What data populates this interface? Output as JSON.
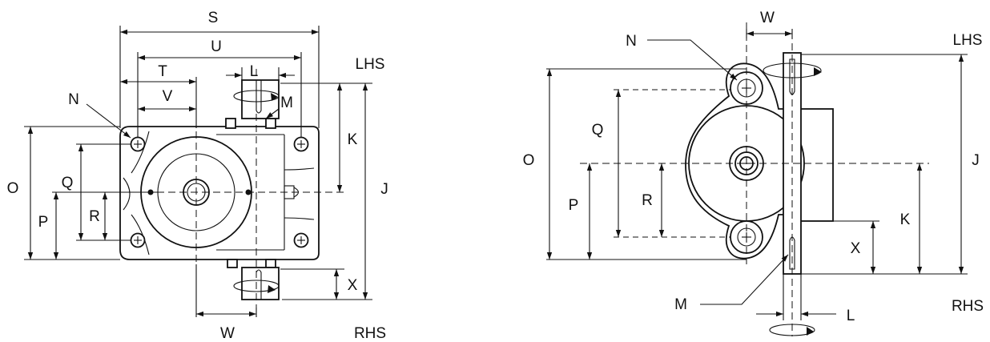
{
  "labels": {
    "left": {
      "S": "S",
      "U": "U",
      "T": "T",
      "L": "L",
      "V": "V",
      "N": "N",
      "M": "M",
      "K": "K",
      "O": "O",
      "Q": "Q",
      "J": "J",
      "P": "P",
      "R": "R",
      "X": "X",
      "W": "W",
      "LHS": "LHS",
      "RHS": "RHS"
    },
    "right": {
      "W": "W",
      "N": "N",
      "LHS": "LHS",
      "Q": "Q",
      "O": "O",
      "J": "J",
      "R": "R",
      "P": "P",
      "K": "K",
      "X": "X",
      "M": "M",
      "RHS": "RHS",
      "L": "L"
    }
  }
}
